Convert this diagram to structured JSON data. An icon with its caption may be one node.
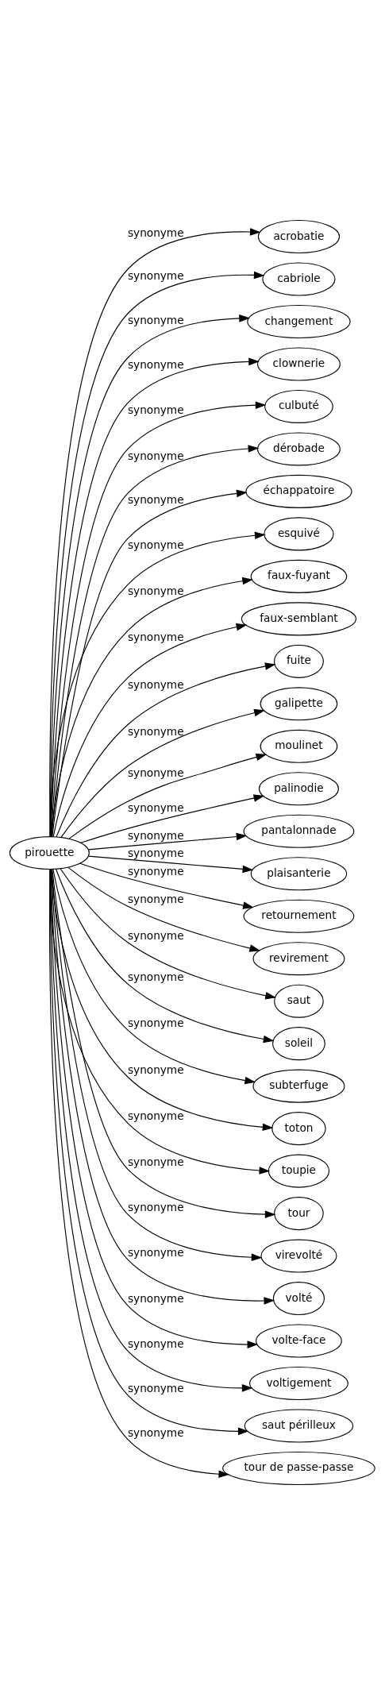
{
  "diagram": {
    "nodes": [
      {
        "text": [
          "pirouette"
        ]
      },
      {
        "text": [
          "acrobatie"
        ]
      },
      {
        "text": [
          "cabriole"
        ]
      },
      {
        "text": [
          "changement"
        ]
      },
      {
        "text": [
          "clownerie"
        ]
      },
      {
        "text": [
          "culbuté"
        ]
      },
      {
        "text": [
          "dérobade"
        ]
      },
      {
        "text": [
          "échappatoire"
        ]
      },
      {
        "text": [
          "esquivé"
        ]
      },
      {
        "text": [
          "faux-fuyant"
        ]
      },
      {
        "text": [
          "faux-semblant"
        ]
      },
      {
        "text": [
          "fuite"
        ]
      },
      {
        "text": [
          "galipette"
        ]
      },
      {
        "text": [
          "moulinet"
        ]
      },
      {
        "text": [
          "palinodie"
        ]
      },
      {
        "text": [
          "pantalonnade"
        ]
      },
      {
        "text": [
          "plaisanterie"
        ]
      },
      {
        "text": [
          "retournement"
        ]
      },
      {
        "text": [
          "revirement"
        ]
      },
      {
        "text": [
          "saut"
        ]
      },
      {
        "text": [
          "soleil"
        ]
      },
      {
        "text": [
          "subterfuge"
        ]
      },
      {
        "text": [
          "toton"
        ]
      },
      {
        "text": [
          "toupie"
        ]
      },
      {
        "text": [
          "tour"
        ]
      },
      {
        "text": [
          "virevolté"
        ]
      },
      {
        "text": [
          "volté"
        ]
      },
      {
        "text": [
          "volte-face"
        ]
      },
      {
        "text": [
          "voltigement"
        ]
      },
      {
        "text": [
          "saut périlleux"
        ]
      },
      {
        "text": [
          "tour de passe-passe"
        ]
      }
    ],
    "edges": [
      {
        "from": 0,
        "to": 1,
        "arrow": "to",
        "label": "synonyme"
      },
      {
        "from": 0,
        "to": 2,
        "arrow": "to",
        "label": "synonyme"
      },
      {
        "from": 0,
        "to": 3,
        "arrow": "to",
        "label": "synonyme"
      },
      {
        "from": 0,
        "to": 4,
        "arrow": "to",
        "label": "synonyme"
      },
      {
        "from": 0,
        "to": 5,
        "arrow": "to",
        "label": "synonyme"
      },
      {
        "from": 0,
        "to": 6,
        "arrow": "to",
        "label": "synonyme"
      },
      {
        "from": 0,
        "to": 7,
        "arrow": "to",
        "label": "synonyme"
      },
      {
        "from": 0,
        "to": 8,
        "arrow": "to",
        "label": "synonyme"
      },
      {
        "from": 0,
        "to": 9,
        "arrow": "to",
        "label": "synonyme"
      },
      {
        "from": 0,
        "to": 10,
        "arrow": "to",
        "label": "synonyme"
      },
      {
        "from": 0,
        "to": 11,
        "arrow": "to",
        "label": "synonyme"
      },
      {
        "from": 0,
        "to": 12,
        "arrow": "to",
        "label": "synonyme"
      },
      {
        "from": 0,
        "to": 13,
        "arrow": "to",
        "label": "synonyme"
      },
      {
        "from": 0,
        "to": 14,
        "arrow": "to",
        "label": "synonyme"
      },
      {
        "from": 0,
        "to": 15,
        "arrow": "to",
        "label": "synonyme"
      },
      {
        "from": 0,
        "to": 16,
        "arrow": "to",
        "label": "synonyme"
      },
      {
        "from": 0,
        "to": 17,
        "arrow": "to",
        "label": "synonyme"
      },
      {
        "from": 0,
        "to": 18,
        "arrow": "to",
        "label": "synonyme"
      },
      {
        "from": 0,
        "to": 19,
        "arrow": "to",
        "label": "synonyme"
      },
      {
        "from": 0,
        "to": 20,
        "arrow": "to",
        "label": "synonyme"
      },
      {
        "from": 0,
        "to": 21,
        "arrow": "to",
        "label": "synonyme"
      },
      {
        "from": 0,
        "to": 22,
        "arrow": "to",
        "label": "synonyme"
      },
      {
        "from": 0,
        "to": 23,
        "arrow": "to",
        "label": "synonyme"
      },
      {
        "from": 0,
        "to": 24,
        "arrow": "to",
        "label": "synonyme"
      },
      {
        "from": 0,
        "to": 25,
        "arrow": "to",
        "label": "synonyme"
      },
      {
        "from": 0,
        "to": 26,
        "arrow": "to",
        "label": "synonyme"
      },
      {
        "from": 0,
        "to": 27,
        "arrow": "to",
        "label": "synonyme"
      },
      {
        "from": 0,
        "to": 28,
        "arrow": "to",
        "label": "synonyme"
      },
      {
        "from": 0,
        "to": 29,
        "arrow": "to",
        "label": "synonyme"
      },
      {
        "from": 0,
        "to": 30,
        "arrow": "to",
        "label": "synonyme"
      }
    ]
  }
}
